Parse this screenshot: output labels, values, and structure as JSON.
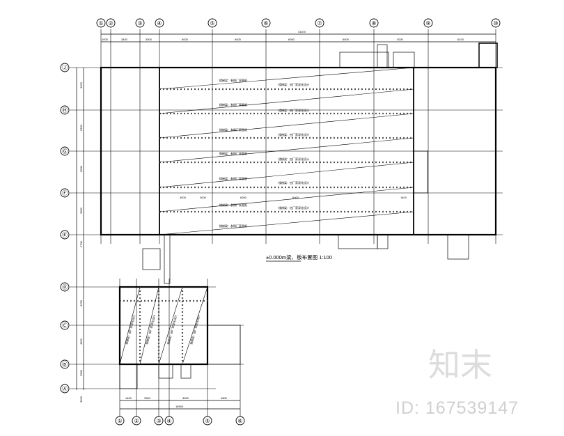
{
  "drawing": {
    "caption": "±0.000m梁、板布置图 1:100"
  },
  "axes": {
    "top_columns": [
      "①",
      "②",
      "③",
      "④",
      "⑤",
      "⑥",
      "⑦",
      "⑧",
      "⑨",
      "⑩"
    ],
    "left_rows_upper": [
      "Ⓙ",
      "Ⓗ",
      "Ⓖ",
      "Ⓕ",
      "Ⓔ"
    ],
    "left_rows_lower": [
      "Ⓓ",
      "Ⓒ",
      "Ⓑ",
      "Ⓐ"
    ],
    "bottom_columns": [
      "①",
      "②",
      "③",
      "④",
      "⑤",
      "⑥"
    ]
  },
  "dimensions": {
    "top_total": "41100",
    "top_segments": [
      "1000",
      "3400",
      "3000",
      "6000",
      "6000",
      "6000",
      "6000",
      "3000",
      "6100"
    ],
    "left_segments": [
      "3300",
      "6300",
      "6000",
      "3000",
      "2700",
      "4750",
      "4500",
      "2500",
      "3600"
    ],
    "bottom_segments": [
      "1400",
      "3300",
      "3300",
      "4800"
    ],
    "bottom_total": "16500",
    "beam_spans": [
      "3000",
      "3000",
      "6000",
      "6000",
      "1400"
    ]
  },
  "beam_notes": {
    "upper": [
      "楼梯梁：参照厂家图纸",
      "楼梯梁：由厂家深化设计",
      "钢梯梁：参照厂家图纸"
    ],
    "lower": [
      "钢梯梁：由厂家深化设计"
    ]
  },
  "watermark": {
    "logo": "知末",
    "id": "ID: 167539147"
  }
}
